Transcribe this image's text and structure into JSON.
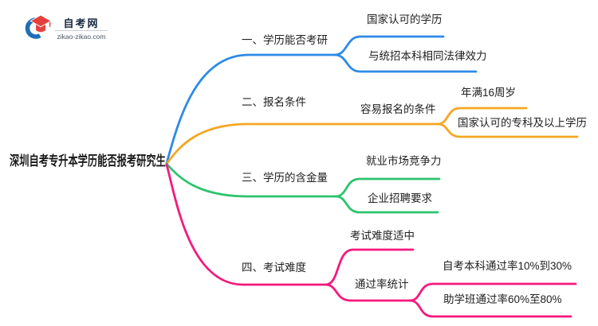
{
  "brand": {
    "name": "自考网",
    "site": "zikao-zikao.com",
    "colors": {
      "swoosh": "#1E6FB5",
      "cap": "#E5403E",
      "name_text": "#16293F",
      "site_text": "#4A5560"
    }
  },
  "root": {
    "label": "深圳自考专升本学历能否报考研究生",
    "text_color": "#1A1A1A"
  },
  "branches": [
    {
      "label": "一、学历能否考研",
      "color": "#2E8AE6",
      "children": [
        {
          "label": "国家认可的学历"
        },
        {
          "label": "与统招本科相同法律效力"
        }
      ]
    },
    {
      "label": "二、报名条件",
      "color": "#F5A623",
      "children": [
        {
          "label": "容易报名的条件",
          "children": [
            {
              "label": "年满16周岁"
            },
            {
              "label": "国家认可的专科及以上学历"
            }
          ]
        }
      ]
    },
    {
      "label": "三、学历的含金量",
      "color": "#2BC46E",
      "children": [
        {
          "label": "就业市场竞争力"
        },
        {
          "label": "企业招聘要求"
        }
      ]
    },
    {
      "label": "四、考试难度",
      "color": "#F5197D",
      "children": [
        {
          "label": "考试难度适中"
        },
        {
          "label": "通过率统计",
          "children": [
            {
              "label": "自考本科通过率10%到30%"
            },
            {
              "label": "助学班通过率60%至80%"
            }
          ]
        }
      ]
    }
  ]
}
